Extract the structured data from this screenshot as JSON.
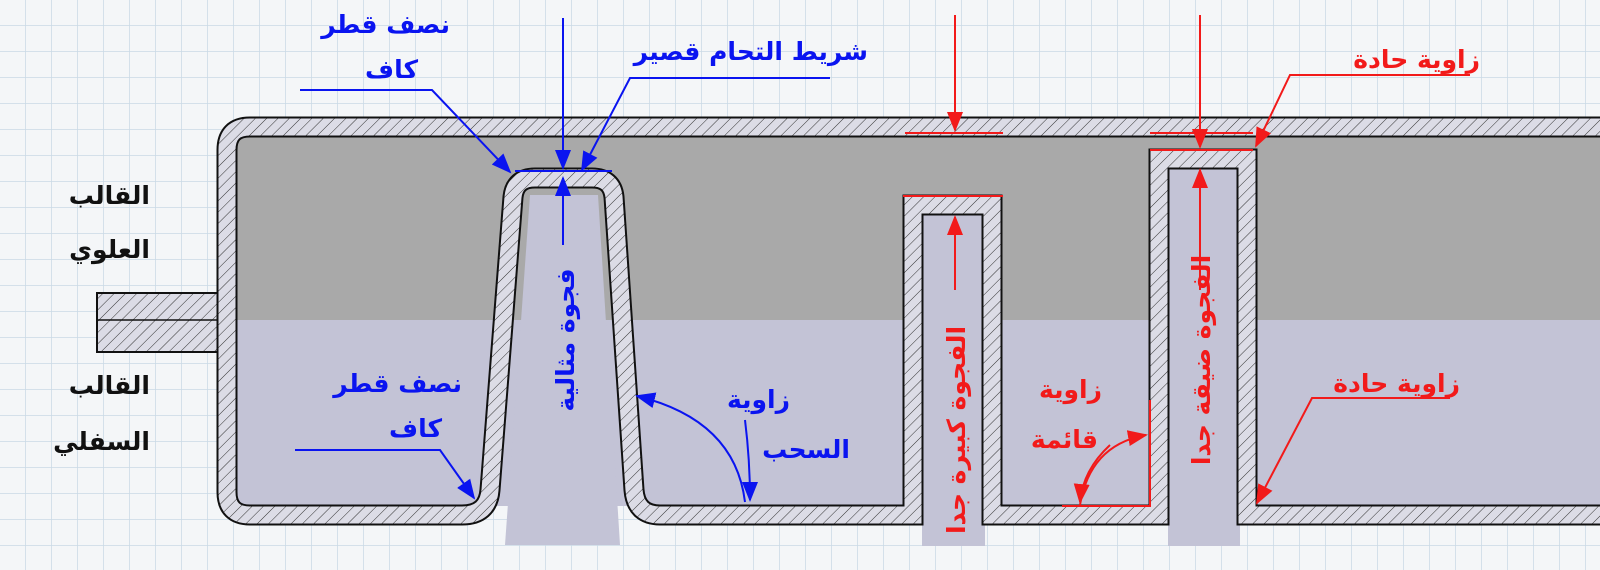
{
  "colors": {
    "annotation_good": "#0a14f0",
    "annotation_bad": "#f21a1a",
    "upper_mold": "#a9a9a9",
    "lower_mold": "#c3c3d6",
    "grid": "#c9d9e6"
  },
  "molds": {
    "upper": [
      "القالب",
      "العلوي"
    ],
    "lower": [
      "القالب",
      "السفلي"
    ]
  },
  "labels": {
    "radius_top": [
      "نصف قطر",
      "كاف"
    ],
    "short_weld_line": "شريط التحام قصير",
    "sharp_corner_top": "زاوية حادة",
    "ideal_gap": "فجوة مثالية",
    "draft_angle": [
      "زاوية",
      "السحب"
    ],
    "gap_too_large": "الفجوة كبيرة جدا",
    "right_angle": [
      "زاوية",
      "قائمة"
    ],
    "gap_too_narrow": "الفجوة ضيقة جدا",
    "sharp_corner_bottom": "زاوية حادة",
    "radius_bottom": [
      "نصف قطر",
      "كاف"
    ]
  }
}
